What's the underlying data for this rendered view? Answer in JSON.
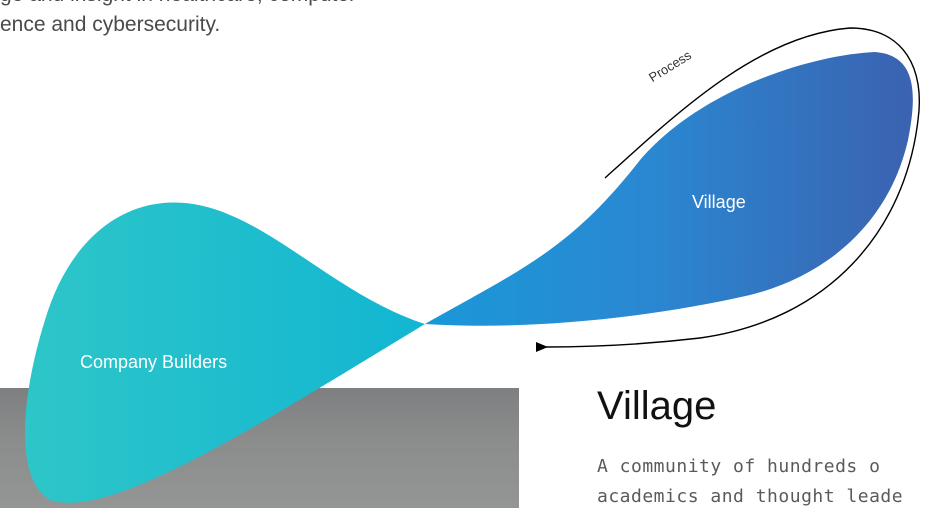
{
  "intro": {
    "line1": "ge and insight in healthcare, computer",
    "line2": "ence and cybersecurity."
  },
  "diagram": {
    "process_label": "Process",
    "village_label": "Village",
    "builders_label": "Company Builders",
    "colors": {
      "teal": "#2ec6c8",
      "cyan": "#12b6d2",
      "blue": "#2a8fd6",
      "navy": "#3a62b0",
      "stroke": "#000000"
    }
  },
  "section": {
    "title": "Village",
    "body_line1": "A community of hundreds o",
    "body_line2": "academics and thought leade"
  }
}
